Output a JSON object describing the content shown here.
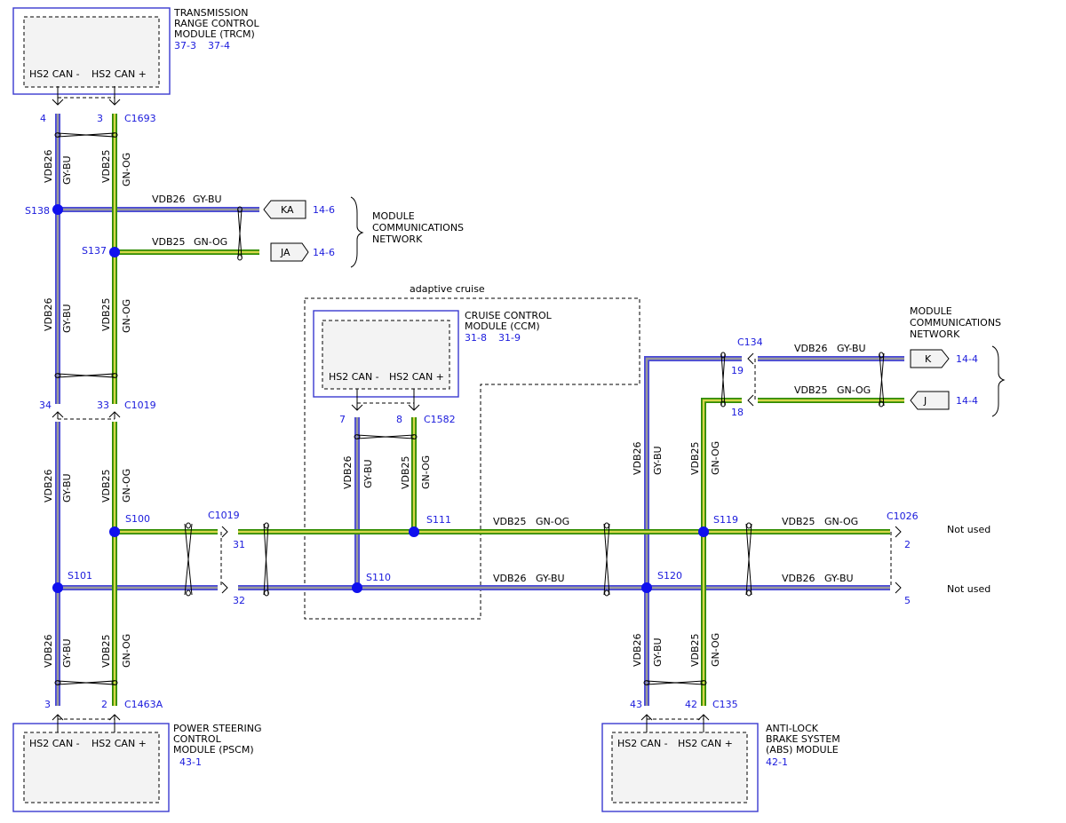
{
  "colors": {
    "gy_bu": "#4a4ad8",
    "gn_og": "#2e8b00",
    "ref_blue": "#1a1adc"
  },
  "wires": {
    "gybu_circuit": "VDB26",
    "gybu_color": "GY-BU",
    "gnog_circuit": "VDB25",
    "gnog_color": "GN-OG"
  },
  "modules": {
    "trcm": {
      "name1": "TRANSMISSION",
      "name2": "RANGE CONTROL",
      "name3": "MODULE (TRCM)",
      "ref1": "37-3",
      "ref2": "37-4",
      "pin_minus": "HS2 CAN -",
      "pin_plus": "HS2 CAN +"
    },
    "ccm": {
      "name1": "CRUISE CONTROL",
      "name2": "MODULE (CCM)",
      "ref1": "31-8",
      "ref2": "31-9",
      "pin_minus": "HS2 CAN -",
      "pin_plus": "HS2 CAN +"
    },
    "pscm": {
      "name1": "POWER STEERING",
      "name2": "CONTROL",
      "name3": "MODULE (PSCM)",
      "ref1": "43-1",
      "pin_minus": "HS2 CAN -",
      "pin_plus": "HS2 CAN +"
    },
    "abs": {
      "name1": "ANTI-LOCK",
      "name2": "BRAKE SYSTEM",
      "name3": "(ABS) MODULE",
      "ref1": "42-1",
      "pin_minus": "HS2 CAN -",
      "pin_plus": "HS2 CAN +"
    }
  },
  "connectors": {
    "c1693": "C1693",
    "c1019a": "C1019",
    "c1019b": "C1019",
    "c1582": "C1582",
    "c1463a": "C1463A",
    "c134": "C134",
    "c1026": "C1026",
    "c135": "C135"
  },
  "pins": {
    "p4": "4",
    "p3top": "3",
    "p34": "34",
    "p33": "33",
    "p31": "31",
    "p32": "32",
    "p7": "7",
    "p8": "8",
    "p3bot": "3",
    "p2bot": "2",
    "p19": "19",
    "p18": "18",
    "p2r": "2",
    "p5r": "5",
    "p43": "43",
    "p42": "42"
  },
  "splices": {
    "s138": "S138",
    "s137": "S137",
    "s100": "S100",
    "s101": "S101",
    "s111": "S111",
    "s110": "S110",
    "s119": "S119",
    "s120": "S120"
  },
  "network": {
    "left_line1": "MODULE",
    "left_line2": "COMMUNICATIONS",
    "left_line3": "NETWORK",
    "right_line1": "MODULE",
    "right_line2": "COMMUNICATIONS",
    "right_line3": "NETWORK",
    "ka": "KA",
    "ka_ref": "14-6",
    "ja": "JA",
    "ja_ref": "14-6",
    "k": "K",
    "k_ref": "14-4",
    "j": "J",
    "j_ref": "14-4"
  },
  "adaptive_label": "adaptive cruise",
  "not_used": "Not used"
}
